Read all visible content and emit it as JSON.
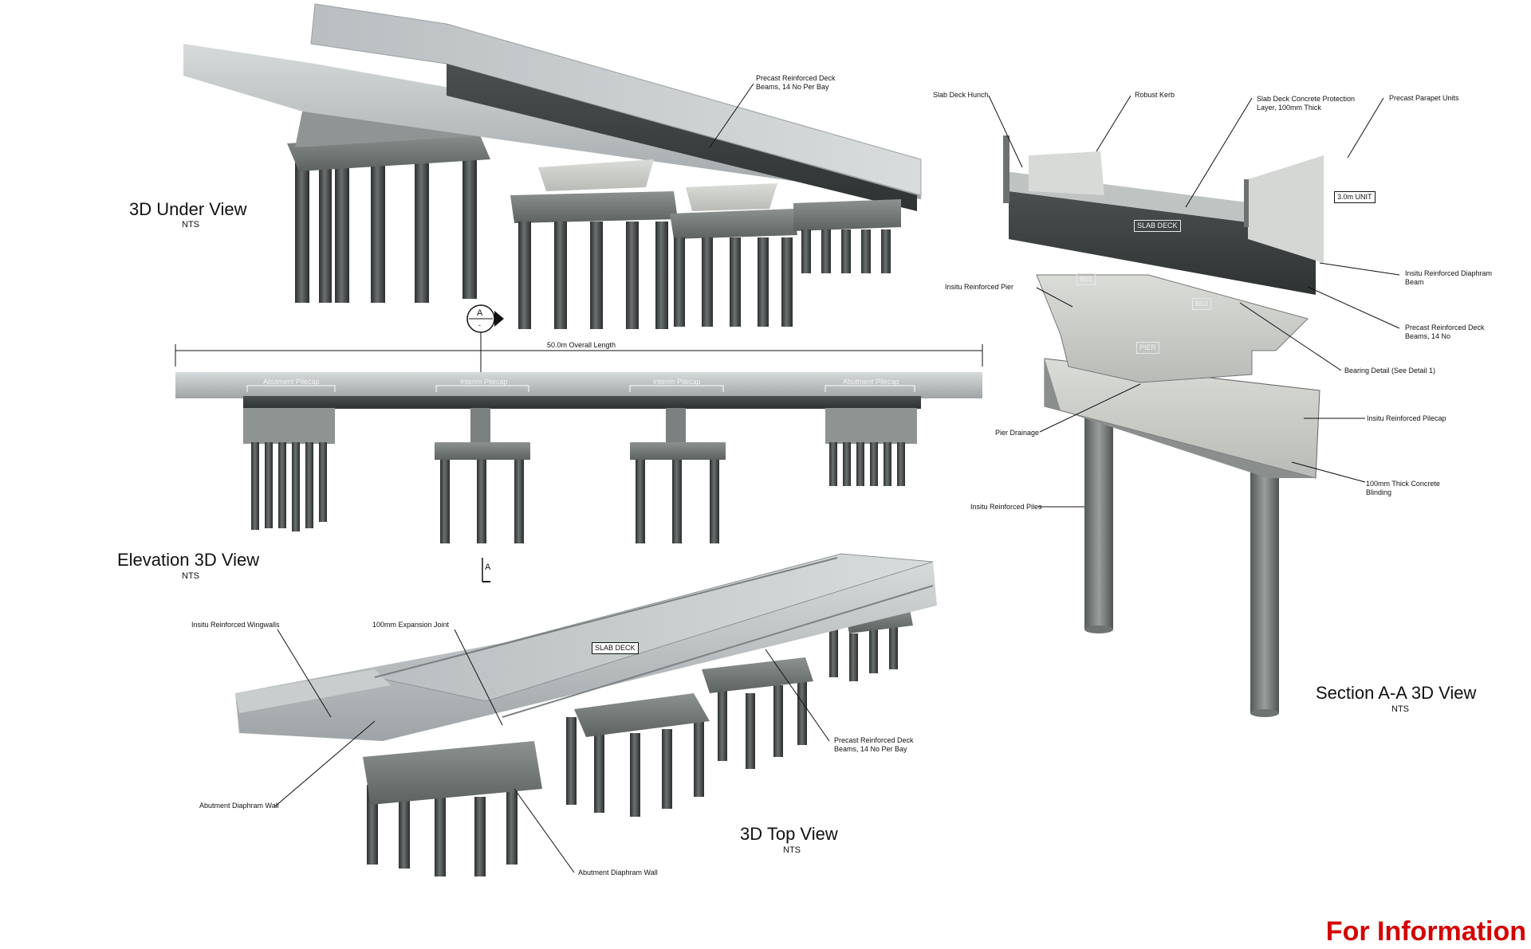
{
  "views": {
    "under": {
      "title": "3D Under View",
      "scale": "NTS"
    },
    "elevation": {
      "title": "Elevation 3D View",
      "scale": "NTS"
    },
    "top": {
      "title": "3D Top View",
      "scale": "NTS"
    },
    "section": {
      "title": "Section A-A 3D View",
      "scale": "NTS"
    }
  },
  "under_labels": {
    "deck_beams": "Precast Reinforced Deck\nBeams, 14 No Per Bay"
  },
  "elevation_labels": {
    "overall_length": "50.0m Overall Length",
    "pilecaps": [
      "Abutment Pilecap",
      "Interim Pilecap",
      "Interim Pilecap",
      "Abutment Pilecap"
    ],
    "section_marker": "A",
    "section_marker_sub": "-",
    "section_marker_bottom": "A"
  },
  "top_labels": {
    "wingwalls": "Insitu Reinforced Wingwalls",
    "expansion_joint": "100mm Expansion Joint",
    "slab_deck": "SLAB DECK",
    "deck_beams": "Precast Reinforced Deck\nBeams, 14 No Per Bay",
    "abutment_wall_left": "Abutment Diaphram Wall",
    "abutment_wall_bottom": "Abutment Diaphram Wall"
  },
  "section_labels": {
    "slab_deck_hunch": "Slab Deck Hunch",
    "robust_kerb": "Robust Kerb",
    "protection_layer": "Slab Deck Concrete Protection\nLayer, 100mm Thick",
    "parapet_units": "Precast Parapet Units",
    "unit": "3.0m UNIT",
    "slab_deck": "SLAB DECK",
    "diaphram_beam": "Insitu Reinforced Diaphram\nBeam",
    "insitu_pier": "Insitu Reinforced Pier",
    "b01": "B01",
    "b02": "B02",
    "deck_beams": "Precast Reinforced Deck\nBeams, 14 No",
    "pier": "PIER",
    "bearing_detail": "Bearing Detail (See Detail 1)",
    "pilecap": "Insitu Reinforced Pilecap",
    "pier_drainage": "Pier Drainage",
    "blinding": "100mm Thick Concrete\nBlinding",
    "piles": "Insitu Reinforced Piles"
  },
  "stamp": "For Information"
}
